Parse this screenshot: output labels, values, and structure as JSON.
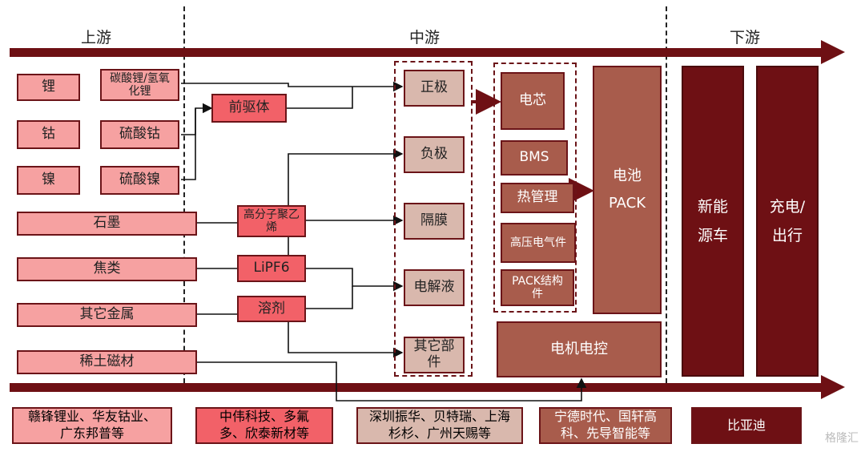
{
  "headers": {
    "upstream": "上游",
    "midstream": "中游",
    "downstream": "下游"
  },
  "upstream": {
    "li": "锂",
    "li_compound": "碳酸锂/氢氧化锂",
    "co": "钴",
    "co_sulfate": "硫酸钴",
    "ni": "镍",
    "ni_sulfate": "硫酸镍",
    "graphite": "石墨",
    "coke": "焦类",
    "other_metals": "其它金属",
    "rare_earth": "稀土磁材"
  },
  "intermediate": {
    "precursor": "前驱体",
    "polyethylene": "高分子聚乙烯",
    "lipf6": "LiPF6",
    "solvent": "溶剂"
  },
  "materials": {
    "cathode": "正极",
    "anode": "负极",
    "separator": "隔膜",
    "electrolyte": "电解液",
    "other_parts": "其它部件"
  },
  "components": {
    "cell": "电芯",
    "bms": "BMS",
    "thermal": "热管理",
    "hv_parts": "高压电气件",
    "pack_struct": "PACK结构件",
    "pack": "电池PACK",
    "motor": "电机电控"
  },
  "downstream": {
    "nev": "新能源车",
    "charging": "充电/出行"
  },
  "companies": {
    "c1": "赣锋锂业、华友钴业、广东邦普等",
    "c2": "中伟科技、多氟多、欣泰新材等",
    "c3": "深圳振华、贝特瑞、上海杉杉、广州天赐等",
    "c4": "宁德时代、国轩高科、先导智能等",
    "c5": "比亚迪"
  },
  "watermark": "格隆汇",
  "colors": {
    "dark": "#6e1014",
    "pink": "#f6a1a1",
    "red": "#f26168",
    "tan": "#d9b8ad",
    "brown": "#a85c4c"
  }
}
